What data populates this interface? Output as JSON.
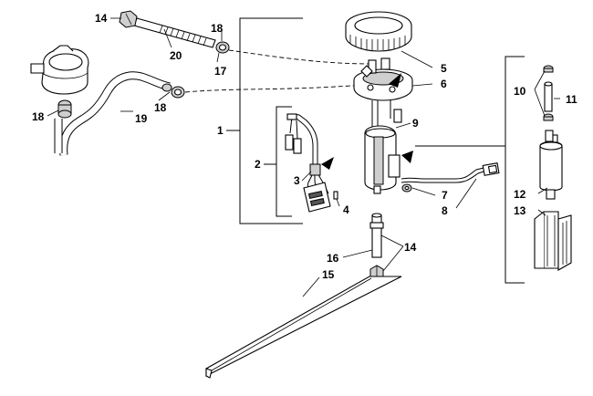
{
  "diagram": {
    "callouts": [
      {
        "id": "c1",
        "label": "1"
      },
      {
        "id": "c2",
        "label": "2"
      },
      {
        "id": "c3",
        "label": "3"
      },
      {
        "id": "c4",
        "label": "4"
      },
      {
        "id": "c5",
        "label": "5"
      },
      {
        "id": "c6",
        "label": "6"
      },
      {
        "id": "c7",
        "label": "7"
      },
      {
        "id": "c8",
        "label": "8"
      },
      {
        "id": "c9",
        "label": "9"
      },
      {
        "id": "c10",
        "label": "10"
      },
      {
        "id": "c11",
        "label": "11"
      },
      {
        "id": "c12",
        "label": "12"
      },
      {
        "id": "c13",
        "label": "13"
      },
      {
        "id": "c14a",
        "label": "14"
      },
      {
        "id": "c14b",
        "label": "14"
      },
      {
        "id": "c15",
        "label": "15"
      },
      {
        "id": "c16",
        "label": "16"
      },
      {
        "id": "c17",
        "label": "17"
      },
      {
        "id": "c18a",
        "label": "18"
      },
      {
        "id": "c18b",
        "label": "18"
      },
      {
        "id": "c18c",
        "label": "18"
      },
      {
        "id": "c19",
        "label": "19"
      },
      {
        "id": "c20",
        "label": "20"
      }
    ]
  }
}
